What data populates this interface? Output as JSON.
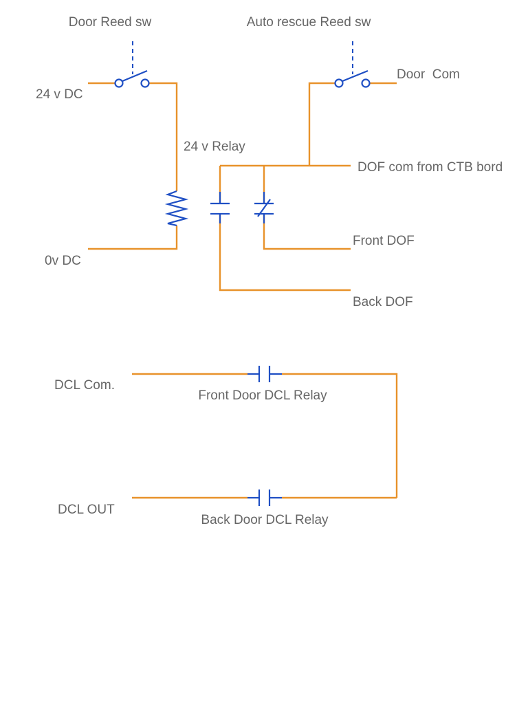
{
  "labels": {
    "door_reed_sw": "Door Reed sw",
    "auto_rescue_reed_sw": "Auto rescue Reed sw",
    "v24_dc": "24 v DC",
    "door_com": "Door  Com",
    "relay_24v": "24 v Relay",
    "dof_com": "DOF com from CTB bord",
    "front_dof": "Front DOF",
    "v0_dc": "0v DC",
    "back_dof": "Back DOF",
    "dcl_com": "DCL Com.",
    "front_door_dcl_relay": "Front Door DCL Relay",
    "dcl_out": "DCL OUT",
    "back_door_dcl_relay": "Back Door DCL Relay"
  },
  "colors": {
    "wire": "#e8922a",
    "component": "#1f4fc4",
    "text": "#666666"
  }
}
